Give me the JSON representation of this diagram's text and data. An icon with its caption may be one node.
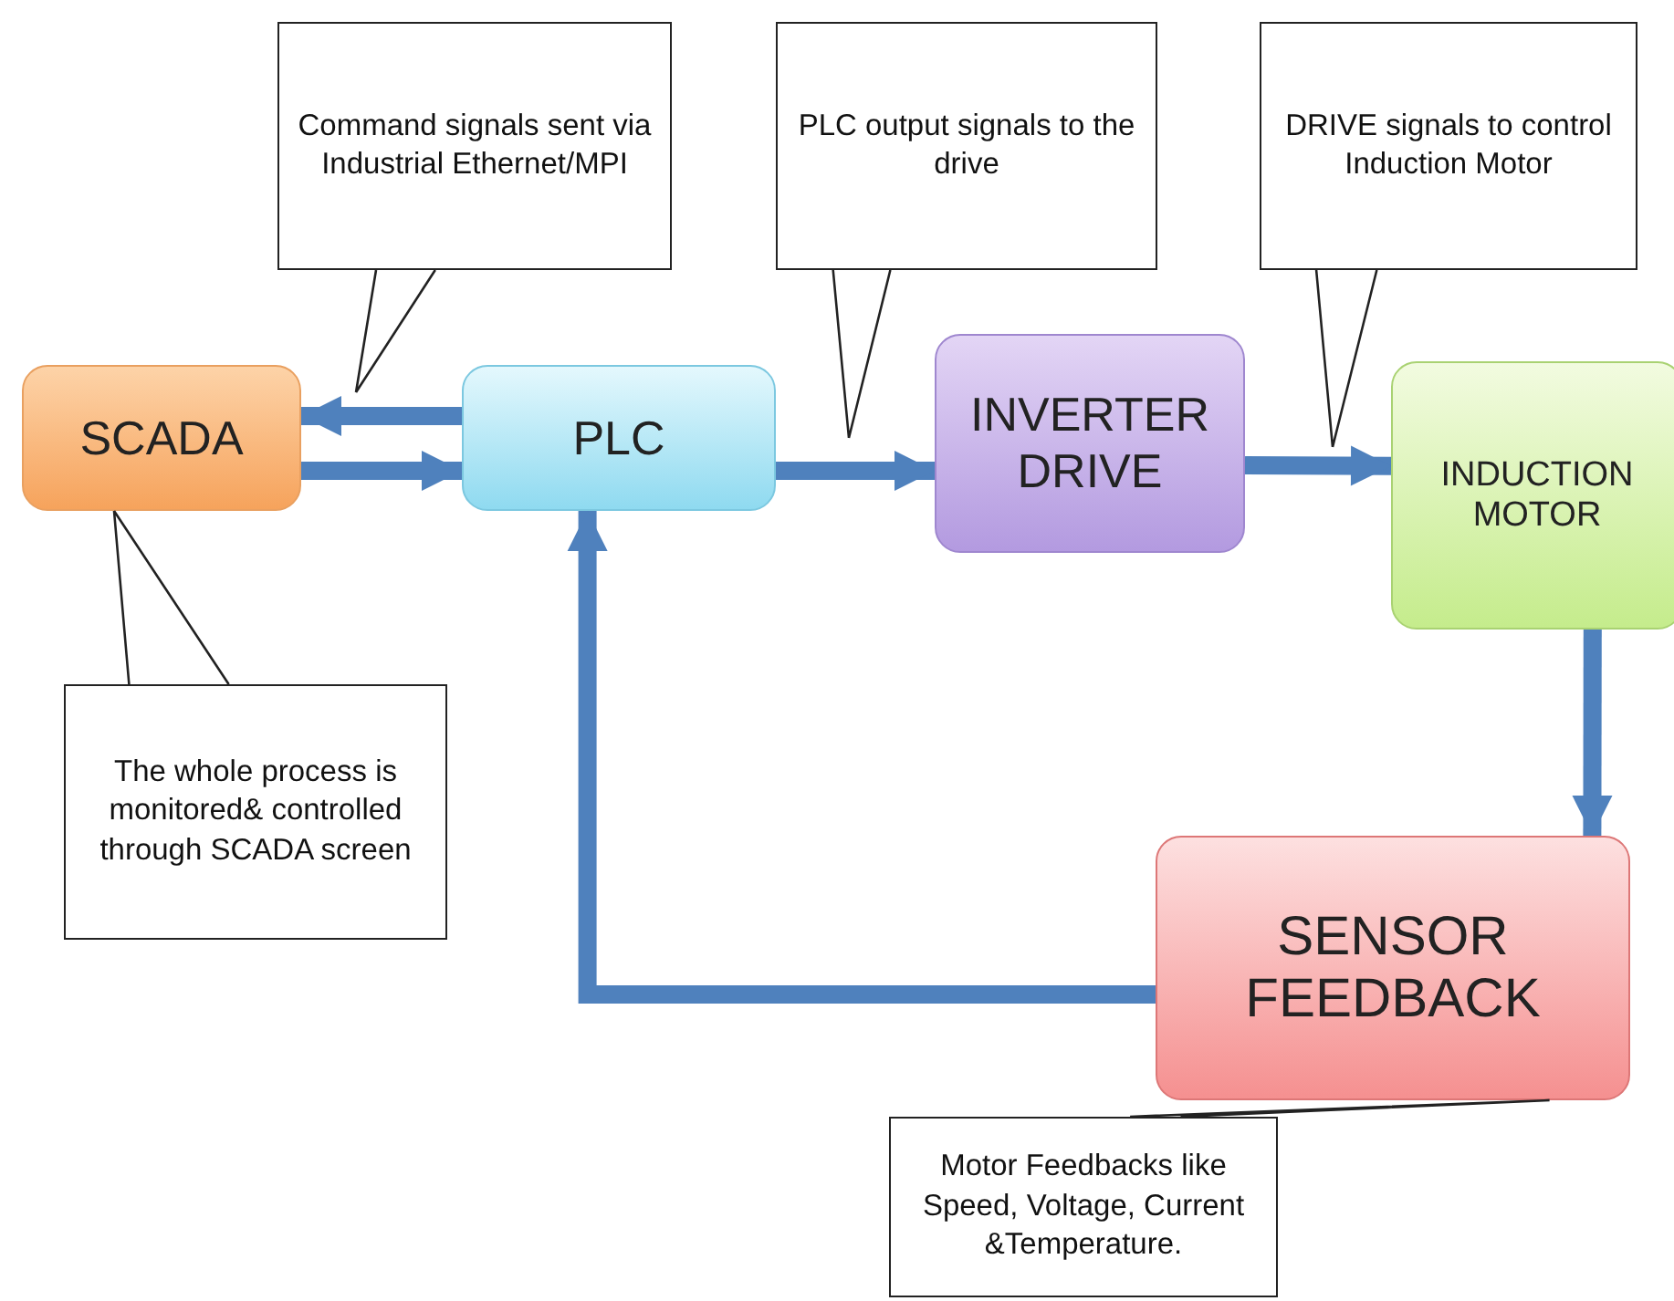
{
  "diagram": {
    "nodes": [
      {
        "text": [
          "SCADA"
        ]
      },
      {
        "text": [
          "PLC"
        ]
      },
      {
        "text": [
          "INVERTER DRIVE"
        ]
      },
      {
        "text": [
          "INDUCTION MOTOR"
        ]
      },
      {
        "text": [
          "SENSOR FEEDBACK"
        ]
      },
      {
        "text": [
          "Command signals sent via Industrial Ethernet/MPI"
        ]
      },
      {
        "text": [
          "PLC output signals to the drive"
        ]
      },
      {
        "text": [
          "DRIVE signals to control Induction Motor"
        ]
      },
      {
        "text": [
          "The whole process is monitored& controlled through SCADA screen"
        ]
      },
      {
        "text": [
          "Motor Feedbacks like Speed, Voltage, Current &Temperature."
        ]
      }
    ],
    "edges": [
      {
        "from": 1,
        "to": 0,
        "arrow": "to"
      },
      {
        "from": 0,
        "to": 1,
        "arrow": "to"
      },
      {
        "from": 1,
        "to": 2,
        "arrow": "to"
      },
      {
        "from": 2,
        "to": 3,
        "arrow": "to"
      },
      {
        "from": 3,
        "to": 4,
        "arrow": "to"
      },
      {
        "from": 4,
        "to": 1,
        "arrow": "to"
      },
      {
        "from": 5,
        "to": null,
        "arrow": "none",
        "color": "#222222"
      },
      {
        "from": 6,
        "to": null,
        "arrow": "none",
        "color": "#222222"
      },
      {
        "from": 7,
        "to": null,
        "arrow": "none",
        "color": "#222222"
      },
      {
        "from": 8,
        "to": 0,
        "arrow": "none",
        "color": "#222222"
      },
      {
        "from": 9,
        "to": 4,
        "arrow": "none",
        "color": "#222222"
      }
    ]
  }
}
